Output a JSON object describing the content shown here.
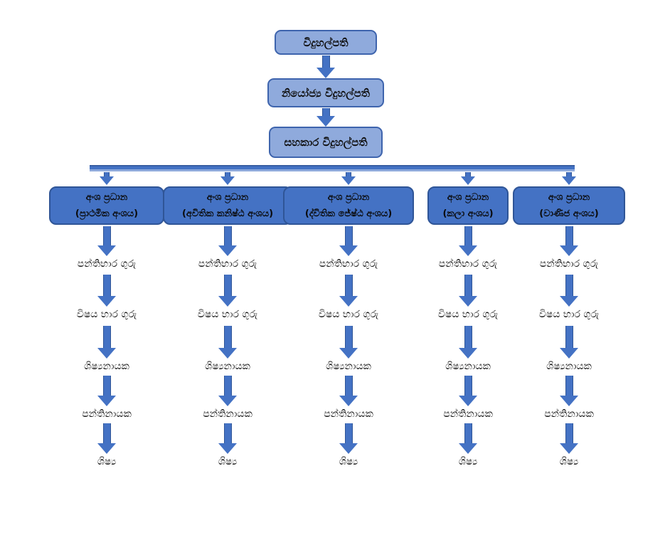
{
  "diagram": {
    "top_chain": [
      {
        "id": "principal",
        "label": "විදුහල්පති"
      },
      {
        "id": "deputy-principal",
        "label": "නියෝජ්‍ය විදුහල්පති"
      },
      {
        "id": "assistant-principal",
        "label": "සහකාර විදුහල්පති"
      }
    ],
    "branches": [
      {
        "role": "අංශ ප්‍රධාන",
        "section": "(ප්‍රාථමික අංශය)"
      },
      {
        "role": "අංශ ප්‍රධාන",
        "section": "(අවිතික කනිෂ්ඨ අංශය)"
      },
      {
        "role": "අංශ ප්‍රධාන",
        "section": "(ද්විතික ජේෂ්ඨ අංශය)"
      },
      {
        "role": "අංශ ප්‍රධාන",
        "section": "(කලා අංශය)"
      },
      {
        "role": "අංශ ප්‍රධාන",
        "section": "(වාණිජ අංශය)"
      }
    ],
    "chain_labels": [
      "පන්තිභාර ගුරු",
      "විෂය භාර ගුරු",
      "ශිෂ්‍යනායක",
      "පන්තිනායක",
      "ශිෂ්‍ය"
    ]
  },
  "colors": {
    "light_box_fill": "#8FAADC",
    "light_box_border": "#3E64AD",
    "dark_box_fill": "#4472C4",
    "dark_border": "#2F5597",
    "arrow_fill": "#4472C4",
    "text": "#101010",
    "background": "#FFFFFF"
  }
}
